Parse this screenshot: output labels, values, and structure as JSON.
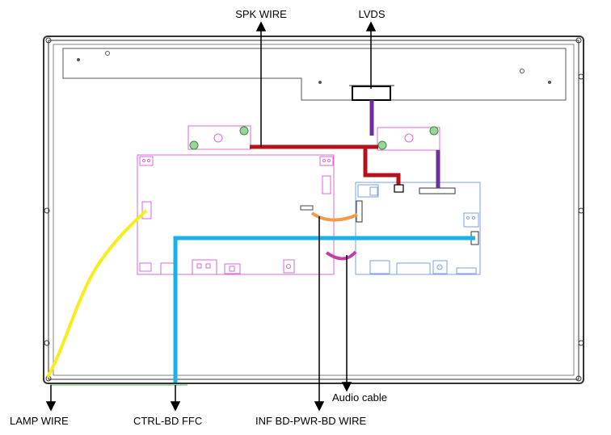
{
  "labels": {
    "spk_wire": "SPK WIRE",
    "lvds": "LVDS",
    "audio_cable": "Audio cable",
    "lamp_wire": "LAMP WIRE",
    "ctrl_bd_ffc": "CTRL-BD FFC",
    "inf_bd_pwr_bd_wire": "INF BD-PWR-BD WIRE"
  },
  "colors": {
    "spk_wire": "#b5121b",
    "lvds": "#6b2fa0",
    "lamp_wire": "#f5ee1a",
    "ctrl_bd_ffc": "#1ab0e8",
    "inf_bd_pwr_bd_wire": "#f59a4a",
    "audio_cable": "#c43ea8"
  }
}
